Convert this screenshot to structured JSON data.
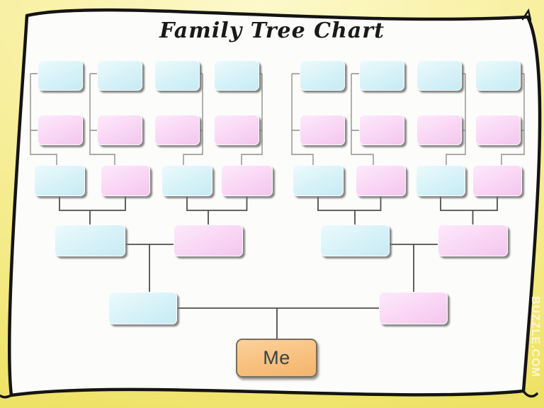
{
  "page": {
    "title": "Family Tree Chart",
    "watermark": "BUZZLE.COM"
  },
  "me": {
    "label": "Me",
    "type": "self"
  },
  "colors": {
    "blue_box": "#d6f2f8",
    "pink_box": "#f9d6f4",
    "me_fill": "#f8c07e",
    "me_border": "#756f5c",
    "line_light": "#8f8f8f",
    "line_dark": "#4f4f4f",
    "border_ink": "#141414",
    "paper": "#fcfcfa",
    "background_yellow": "#f6ee8e",
    "title_ink": "#1a1a1a",
    "me_text": "#3b4046",
    "watermark_text": "#fffbde"
  },
  "tree": {
    "rows": [
      {
        "name": "generation-row-1",
        "types": [
          "blue",
          "blue",
          "blue",
          "blue",
          "blue",
          "blue",
          "blue",
          "blue"
        ]
      },
      {
        "name": "generation-row-2",
        "types": [
          "pink",
          "pink",
          "pink",
          "pink",
          "pink",
          "pink",
          "pink",
          "pink"
        ]
      },
      {
        "name": "generation-row-3",
        "types": [
          "blue",
          "pink",
          "blue",
          "pink",
          "blue",
          "pink",
          "blue",
          "pink"
        ]
      },
      {
        "name": "generation-row-4",
        "types": [
          "blue",
          "pink",
          "blue",
          "pink"
        ]
      },
      {
        "name": "generation-row-5",
        "types": [
          "blue",
          "pink"
        ]
      }
    ]
  }
}
